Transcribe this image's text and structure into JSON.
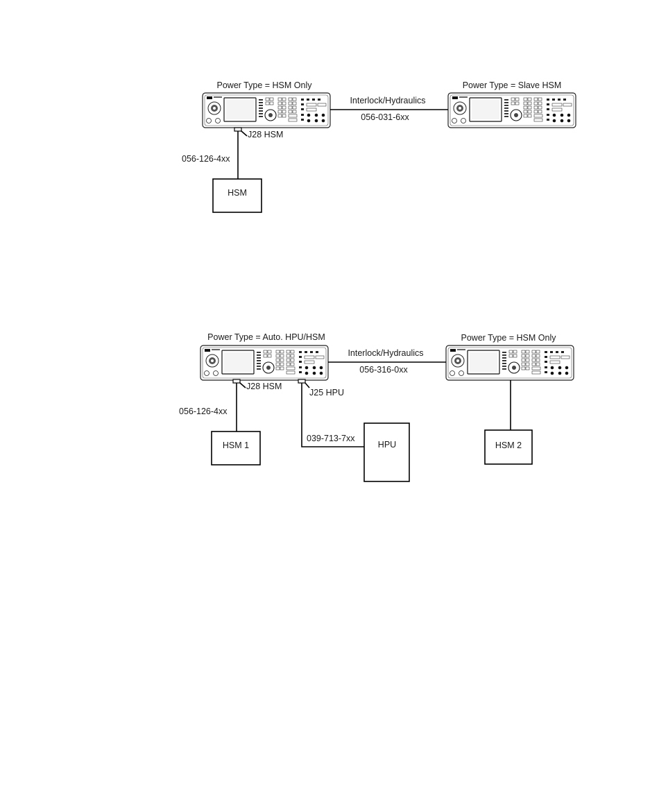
{
  "diagram1": {
    "controller_left_label": "Power Type = HSM Only",
    "controller_right_label": "Power Type = Slave HSM",
    "interlock_label": "Interlock/Hydraulics",
    "interlock_cable": "056-031-6xx",
    "connector_label": "J28 HSM",
    "hsm_cable": "056-126-4xx",
    "hsm_box": "HSM"
  },
  "diagram2": {
    "controller_left_label": "Power Type = Auto. HPU/HSM",
    "controller_right_label": "Power Type = HSM Only",
    "interlock_label": "Interlock/Hydraulics",
    "interlock_cable": "056-316-0xx",
    "connector_hsm_label": "J28 HSM",
    "connector_hpu_label": "J25 HPU",
    "hsm_cable": "056-126-4xx",
    "hpu_cable": "039-713-7xx",
    "hsm1_box": "HSM 1",
    "hpu_box": "HPU",
    "hsm2_box": "HSM 2"
  }
}
